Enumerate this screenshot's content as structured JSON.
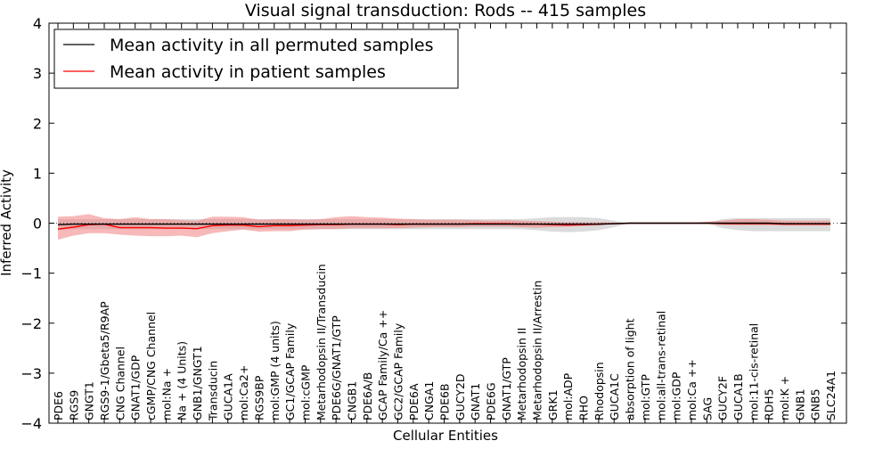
{
  "chart_data": {
    "type": "line",
    "title": "Visual signal transduction: Rods -- 415 samples",
    "xlabel": "Cellular Entities",
    "ylabel": "Inferred Activity",
    "ylim": [
      -4,
      4
    ],
    "yticks": [
      4,
      3,
      2,
      1,
      0,
      -1,
      -2,
      -3,
      -4
    ],
    "ytick_labels": [
      "4",
      "3",
      "2",
      "1",
      "0",
      "−1",
      "−2",
      "−3",
      "−4"
    ],
    "legend_position": "top-left",
    "categories": [
      "PDE6",
      "RGS9",
      "GNGT1",
      "RGS9-1/Gbeta5/R9AP",
      "CNG Channel",
      "GNAT1/GDP",
      "cGMP/CNG Channel",
      "mol:Na +",
      "Na + (4 Units)",
      "GNB1/GNGT1",
      "Transducin",
      "GUCA1A",
      "mol:Ca2+",
      "RGS9BP",
      "mol:GMP (4 units)",
      "GC1/GCAP Family",
      "mol:cGMP",
      "Metarhodopsin II/Transducin",
      "PDE6G/GNAT1/GTP",
      "CNGB1",
      "PDE6A/B",
      "GCAP Family/Ca ++",
      "GC2/GCAP Family",
      "PDE6A",
      "CNGA1",
      "PDE6B",
      "GUCY2D",
      "GNAT1",
      "PDE6G",
      "GNAT1/GTP",
      "Metarhodopsin II",
      "Metarhodopsin II/Arrestin",
      "GRK1",
      "mol:ADP",
      "RHO",
      "Rhodopsin",
      "GUCA1C",
      "absorption of light",
      "mol:GTP",
      "mol:all-trans-retinal",
      "mol:GDP",
      "mol:Ca ++",
      "SAG",
      "GUCY2F",
      "GUCA1B",
      "mol:11-cis-retinal",
      "RDH5",
      "mol:K +",
      "GNB1",
      "GNB5",
      "SLC24A1"
    ],
    "series": [
      {
        "name": "Mean activity in all permuted samples",
        "color": "#000000",
        "band_color": "#999999",
        "values": [
          -0.03,
          -0.02,
          -0.02,
          -0.02,
          -0.02,
          -0.02,
          -0.02,
          -0.02,
          -0.02,
          -0.02,
          -0.02,
          -0.02,
          -0.02,
          -0.02,
          -0.02,
          -0.02,
          -0.02,
          -0.02,
          -0.02,
          -0.02,
          -0.02,
          -0.02,
          -0.02,
          -0.02,
          -0.02,
          -0.02,
          -0.02,
          -0.02,
          -0.02,
          -0.02,
          -0.02,
          -0.02,
          -0.02,
          -0.02,
          -0.02,
          -0.02,
          -0.01,
          0,
          0,
          0,
          0,
          0,
          0,
          0,
          0,
          0,
          0,
          -0.01,
          -0.01,
          -0.01,
          -0.01
        ],
        "lower": [
          -0.14,
          -0.12,
          -0.12,
          -0.12,
          -0.12,
          -0.12,
          -0.12,
          -0.12,
          -0.12,
          -0.12,
          -0.12,
          -0.12,
          -0.12,
          -0.12,
          -0.12,
          -0.12,
          -0.12,
          -0.12,
          -0.12,
          -0.12,
          -0.12,
          -0.12,
          -0.12,
          -0.12,
          -0.12,
          -0.12,
          -0.12,
          -0.12,
          -0.12,
          -0.12,
          -0.12,
          -0.14,
          -0.17,
          -0.18,
          -0.17,
          -0.14,
          -0.08,
          0,
          0,
          0,
          0,
          0,
          0,
          -0.1,
          -0.14,
          -0.16,
          -0.16,
          -0.16,
          -0.16,
          -0.16,
          -0.16
        ],
        "upper": [
          0.08,
          0.08,
          0.08,
          0.08,
          0.08,
          0.08,
          0.08,
          0.08,
          0.08,
          0.08,
          0.08,
          0.08,
          0.08,
          0.08,
          0.08,
          0.08,
          0.08,
          0.08,
          0.08,
          0.08,
          0.08,
          0.08,
          0.08,
          0.08,
          0.08,
          0.08,
          0.08,
          0.08,
          0.08,
          0.08,
          0.08,
          0.1,
          0.12,
          0.12,
          0.12,
          0.1,
          0.05,
          0,
          0,
          0,
          0,
          0,
          0,
          0.08,
          0.1,
          0.1,
          0.1,
          0.1,
          0.1,
          0.1,
          0.1
        ]
      },
      {
        "name": "Mean activity in patient samples",
        "color": "#ff0000",
        "band_color": "#f08080",
        "values": [
          -0.12,
          -0.08,
          -0.03,
          -0.02,
          -0.09,
          -0.09,
          -0.09,
          -0.1,
          -0.1,
          -0.11,
          -0.05,
          -0.04,
          -0.04,
          -0.07,
          -0.05,
          -0.05,
          -0.04,
          -0.03,
          -0.03,
          -0.02,
          -0.02,
          -0.02,
          -0.03,
          -0.02,
          -0.02,
          -0.02,
          -0.02,
          -0.01,
          -0.01,
          -0.01,
          -0.02,
          -0.02,
          -0.03,
          -0.04,
          -0.03,
          -0.02,
          -0.01,
          0,
          0,
          0,
          0,
          0,
          0,
          -0.01,
          -0.01,
          -0.01,
          -0.01,
          -0.02,
          -0.02,
          -0.02,
          -0.02
        ],
        "lower": [
          -0.33,
          -0.25,
          -0.2,
          -0.2,
          -0.23,
          -0.25,
          -0.26,
          -0.26,
          -0.25,
          -0.28,
          -0.2,
          -0.16,
          -0.13,
          -0.17,
          -0.16,
          -0.16,
          -0.13,
          -0.12,
          -0.12,
          -0.1,
          -0.1,
          -0.1,
          -0.1,
          -0.09,
          -0.08,
          -0.08,
          -0.08,
          -0.07,
          -0.07,
          -0.07,
          -0.08,
          -0.09,
          -0.08,
          -0.07,
          -0.06,
          -0.05,
          -0.02,
          0,
          0,
          0,
          0,
          0,
          0,
          -0.03,
          -0.04,
          -0.04,
          -0.04,
          -0.05,
          -0.05,
          -0.05,
          -0.05
        ],
        "upper": [
          0.13,
          0.14,
          0.18,
          0.1,
          0.08,
          0.12,
          0.08,
          0.08,
          0.06,
          0.05,
          0.13,
          0.13,
          0.12,
          0.07,
          0.08,
          0.08,
          0.07,
          0.08,
          0.12,
          0.14,
          0.12,
          0.11,
          0.09,
          0.08,
          0.07,
          0.07,
          0.07,
          0.06,
          0.05,
          0.06,
          0.05,
          0.04,
          0.03,
          0.02,
          0.02,
          0.02,
          0.01,
          0,
          0,
          0,
          0,
          0,
          0.03,
          0.05,
          0.08,
          0.08,
          0.07,
          0.05,
          0.05,
          0.05,
          0.05
        ]
      }
    ],
    "reference_line": {
      "value": 0,
      "style": "dotted"
    }
  }
}
